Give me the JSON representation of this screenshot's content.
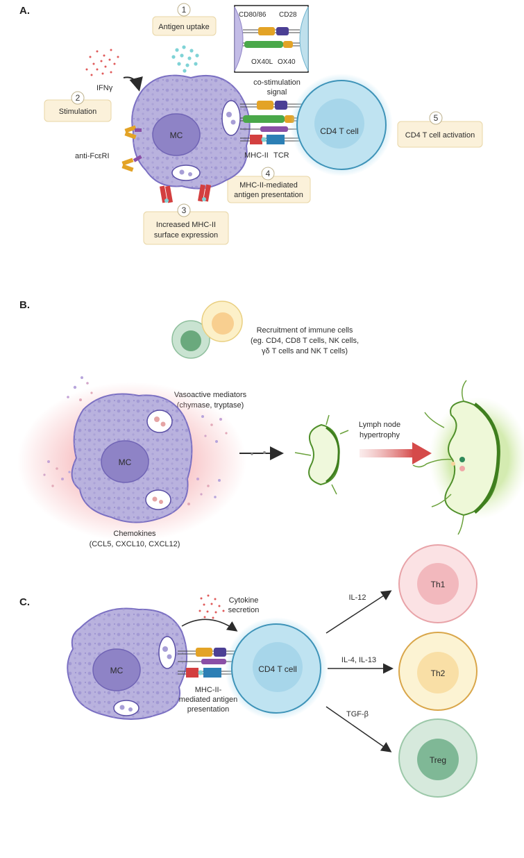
{
  "panels": {
    "a": {
      "label": "A.",
      "steps": [
        {
          "num": "1",
          "text": [
            "Antigen uptake"
          ]
        },
        {
          "num": "2",
          "text": [
            "Stimulation"
          ]
        },
        {
          "num": "3",
          "text": [
            "Increased MHC-II",
            "surface expression"
          ]
        },
        {
          "num": "4",
          "text": [
            "MHC-II-mediated",
            "antigen presentation"
          ]
        },
        {
          "num": "5",
          "text": [
            "CD4 T cell activation"
          ]
        }
      ],
      "ifng": "IFNγ",
      "anti_fceri": "anti-FcεRI",
      "costim": [
        "co-stimulation",
        "signal"
      ],
      "mhc2": "MHC-II",
      "tcr": "TCR",
      "inset": {
        "cd80": "CD80/86",
        "cd28": "CD28",
        "ox40l": "OX40L",
        "ox40": "OX40"
      },
      "mc": "MC",
      "cd4": "CD4 T cell"
    },
    "b": {
      "label": "B.",
      "recruit": [
        "Recruitment of immune cells",
        "(eg. CD4, CD8 T cells, NK cells,",
        "γδ T cells and NK T cells)"
      ],
      "vaso": [
        "Vasoactive mediators",
        "(chymase, tryptase)"
      ],
      "chemo": [
        "Chemokines",
        "(CCL5, CXCL10, CXCL12)"
      ],
      "lymph": [
        "Lymph node",
        "hypertrophy"
      ],
      "mc": "MC"
    },
    "c": {
      "label": "C.",
      "cytokine": [
        "Cytokine",
        "secretion"
      ],
      "mhc_pres": [
        "MHC-II-",
        "mediated antigen",
        "presentation"
      ],
      "mc": "MC",
      "cd4": "CD4 T cell",
      "il12": "IL-12",
      "il4": "IL-4, IL-13",
      "tgfb": "TGF-β",
      "th1": "Th1",
      "th2": "Th2",
      "treg": "Treg"
    }
  },
  "colors": {
    "mast_cell": "#b9b2de",
    "mast_nucleus": "#8e83c6",
    "t_cell": "#a9d8e8",
    "step_box": "#fbf1da",
    "step_border": "#e8d6a6",
    "th1": "#f2b8bd",
    "th2": "#f9dfa6",
    "treg": "#7fb896"
  }
}
